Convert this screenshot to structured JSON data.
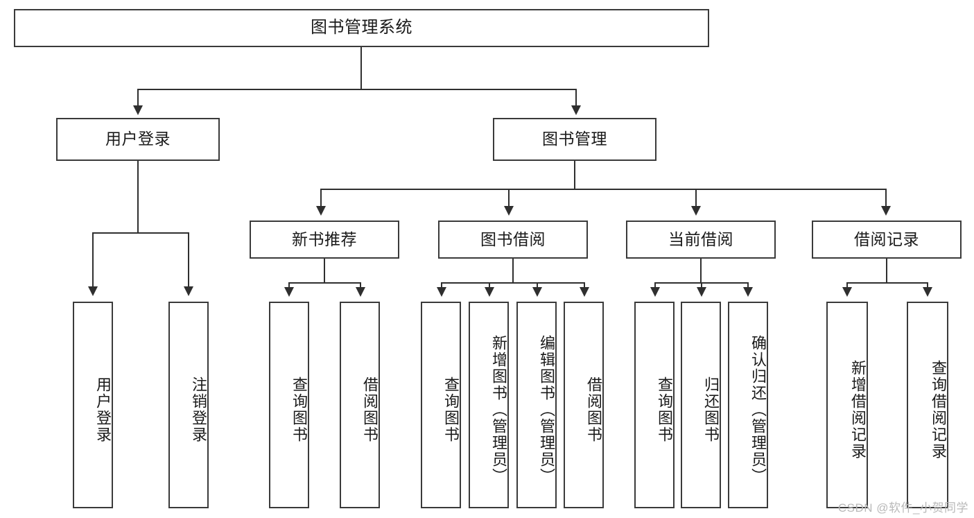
{
  "diagram": {
    "title": "图书管理系统",
    "type": "tree-hierarchy",
    "root": {
      "label": "图书管理系统"
    },
    "level1": [
      {
        "label": "用户登录"
      },
      {
        "label": "图书管理"
      }
    ],
    "level2": [
      {
        "label": "新书推荐"
      },
      {
        "label": "图书借阅"
      },
      {
        "label": "当前借阅"
      },
      {
        "label": "借阅记录"
      }
    ],
    "leaves": {
      "user_login": [
        {
          "label": "用户登录"
        },
        {
          "label": "注销登录"
        }
      ],
      "new_book_recommend": [
        {
          "label": "查询图书"
        },
        {
          "label": "借阅图书"
        }
      ],
      "book_borrow": [
        {
          "label": "查询图书"
        },
        {
          "label": "新增图书（管理员）"
        },
        {
          "label": "编辑图书（管理员）"
        },
        {
          "label": "借阅图书"
        }
      ],
      "current_borrow": [
        {
          "label": "查询图书"
        },
        {
          "label": "归还图书"
        },
        {
          "label": "确认归还（管理员）"
        }
      ],
      "borrow_record": [
        {
          "label": "新增借阅记录"
        },
        {
          "label": "查询借阅记录"
        }
      ]
    }
  },
  "watermark": {
    "text": "CSDN @软件_小贺同学"
  },
  "colors": {
    "box_border": "#3a3a3a",
    "connector": "#2f2f2f",
    "background": "#ffffff",
    "text": "#1a1a1a",
    "watermark": "#b9b9b9"
  }
}
